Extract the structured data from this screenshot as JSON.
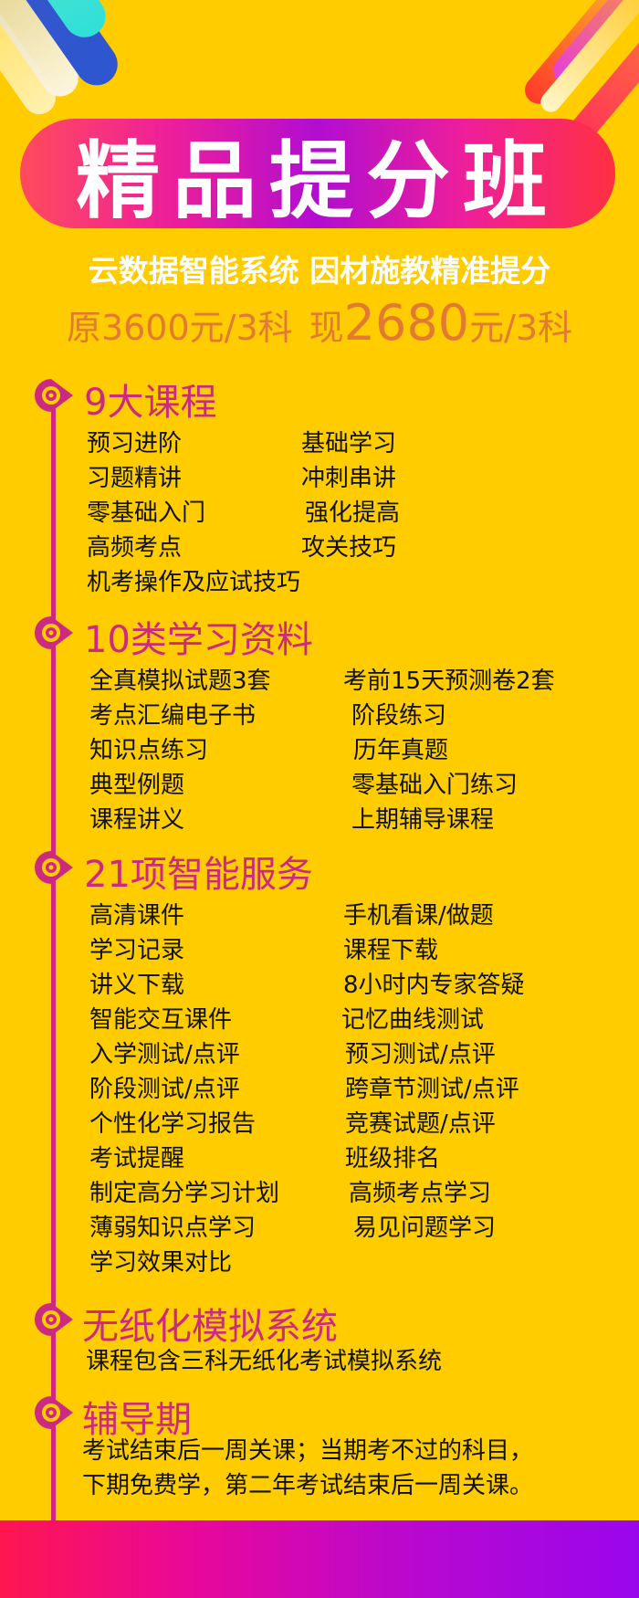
{
  "header": {
    "title": "精品提分班",
    "subtitle": "云数据智能系统 因材施教精准提分",
    "price": {
      "original_prefix": "原",
      "original_amount": "3600",
      "original_suffix": "元/3科",
      "current_prefix": "现",
      "current_amount": "2680",
      "current_suffix": "元/3科"
    }
  },
  "colors": {
    "background": "#ffcc00",
    "accent": "#cc2a80",
    "price": "#e37a32",
    "title_pill_start": "#ff4b5c",
    "title_pill_mid": "#b10dd1",
    "bottom_band_end": "#9a06ec"
  },
  "sections": [
    {
      "icon": "eye-target-icon",
      "title": "9大课程",
      "items": [
        [
          "预习进阶",
          "基础学习"
        ],
        [
          "习题精讲",
          "冲刺串讲"
        ],
        [
          "零基础入门",
          "强化提高"
        ],
        [
          "高频考点",
          "攻关技巧"
        ],
        [
          "机考操作及应试技巧",
          ""
        ]
      ]
    },
    {
      "icon": "eye-target-icon",
      "title": "10类学习资料",
      "items": [
        [
          "全真模拟试题3套",
          "考前15天预测卷2套"
        ],
        [
          "考点汇编电子书",
          "阶段练习"
        ],
        [
          "知识点练习",
          "历年真题"
        ],
        [
          "典型例题",
          "零基础入门练习"
        ],
        [
          "课程讲义",
          "上期辅导课程"
        ]
      ]
    },
    {
      "icon": "eye-target-icon",
      "title": "21项智能服务",
      "items": [
        [
          "高清课件",
          "手机看课/做题"
        ],
        [
          "学习记录",
          "课程下载"
        ],
        [
          "讲义下载",
          "8小时内专家答疑"
        ],
        [
          "智能交互课件",
          "记忆曲线测试"
        ],
        [
          "入学测试/点评",
          "预习测试/点评"
        ],
        [
          "阶段测试/点评",
          "跨章节测试/点评"
        ],
        [
          "个性化学习报告",
          "竞赛试题/点评"
        ],
        [
          "考试提醒",
          "班级排名"
        ],
        [
          "制定高分学习计划",
          "高频考点学习"
        ],
        [
          "薄弱知识点学习",
          "易见问题学习"
        ],
        [
          "学习效果对比",
          ""
        ]
      ]
    },
    {
      "icon": "eye-target-icon",
      "title": "无纸化模拟系统",
      "text": [
        "课程包含三科无纸化考试模拟系统"
      ]
    },
    {
      "icon": "eye-target-icon",
      "title": "辅导期",
      "text": [
        "考试结束后一周关课；当期考不过的科目，",
        "下期免费学，第二年考试结束后一周关课。"
      ]
    }
  ]
}
